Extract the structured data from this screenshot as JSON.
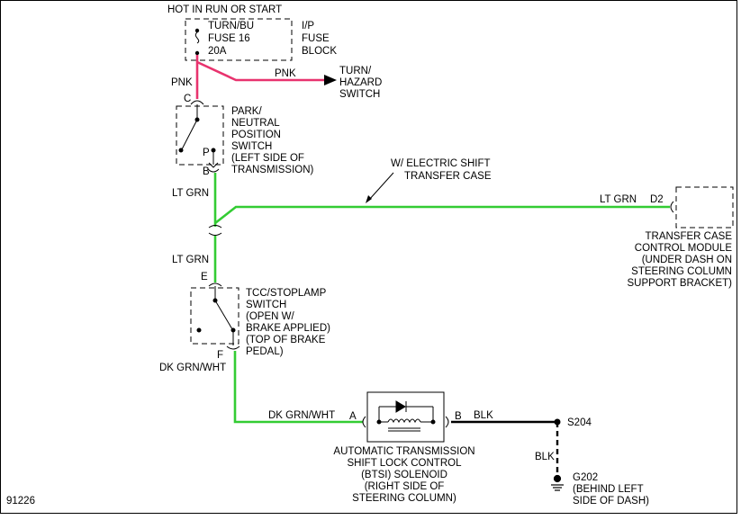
{
  "colors": {
    "pink": "#e8336e",
    "green": "#33cc33",
    "dark_green": "#33cc33",
    "black": "#000000",
    "dashed": "#000000"
  },
  "header": {
    "hot_in_run": "HOT IN RUN OR START"
  },
  "fuse": {
    "name_line1": "TURN/BU",
    "name_line2": "FUSE 16",
    "rating": "20A",
    "block_line1": "I/P",
    "block_line2": "FUSE",
    "block_line3": "BLOCK"
  },
  "wires": {
    "pnk_left": "PNK",
    "pnk_right": "PNK",
    "lt_grn_1": "LT GRN",
    "lt_grn_2": "LT GRN",
    "lt_grn_3": "LT GRN",
    "dk_grn_wht_1": "DK GRN/WHT",
    "dk_grn_wht_2": "DK GRN/WHT",
    "blk_1": "BLK",
    "blk_2": "BLK"
  },
  "turn_switch": {
    "line1": "TURN/",
    "line2": "HAZARD",
    "line3": "SWITCH"
  },
  "park_switch": {
    "line1": "PARK/",
    "line2": "NEUTRAL",
    "line3": "POSITION",
    "line4": "SWITCH",
    "line5": "(LEFT SIDE OF",
    "line6": "TRANSMISSION)",
    "pin_c": "C",
    "pin_b": "B",
    "pin_p": "P"
  },
  "electric_shift": {
    "line1": "W/ ELECTRIC SHIFT",
    "line2": "TRANSFER CASE"
  },
  "transfer_module": {
    "pin": "D2",
    "line1": "TRANSFER CASE",
    "line2": "CONTROL MODULE",
    "line3": "(UNDER DASH ON",
    "line4": "STEERING COLUMN",
    "line5": "SUPPORT BRACKET)"
  },
  "tcc_switch": {
    "line1": "TCC/STOPLAMP",
    "line2": "SWITCH",
    "line3": "(OPEN W/",
    "line4": "BRAKE APPLIED)",
    "line5": "(TOP OF BRAKE",
    "line6": "PEDAL)",
    "pin_e": "E",
    "pin_f": "F"
  },
  "solenoid": {
    "pin_a": "A",
    "pin_b": "B",
    "line1": "AUTOMATIC TRANSMISSION",
    "line2": "SHIFT LOCK CONTROL",
    "line3": "(BTSI) SOLENOID",
    "line4": "(RIGHT SIDE OF",
    "line5": "STEERING COLUMN)"
  },
  "splice": {
    "name": "S204"
  },
  "ground": {
    "name": "G202",
    "line1": "(BEHIND LEFT",
    "line2": "SIDE OF DASH)"
  },
  "figure_id": "91226"
}
